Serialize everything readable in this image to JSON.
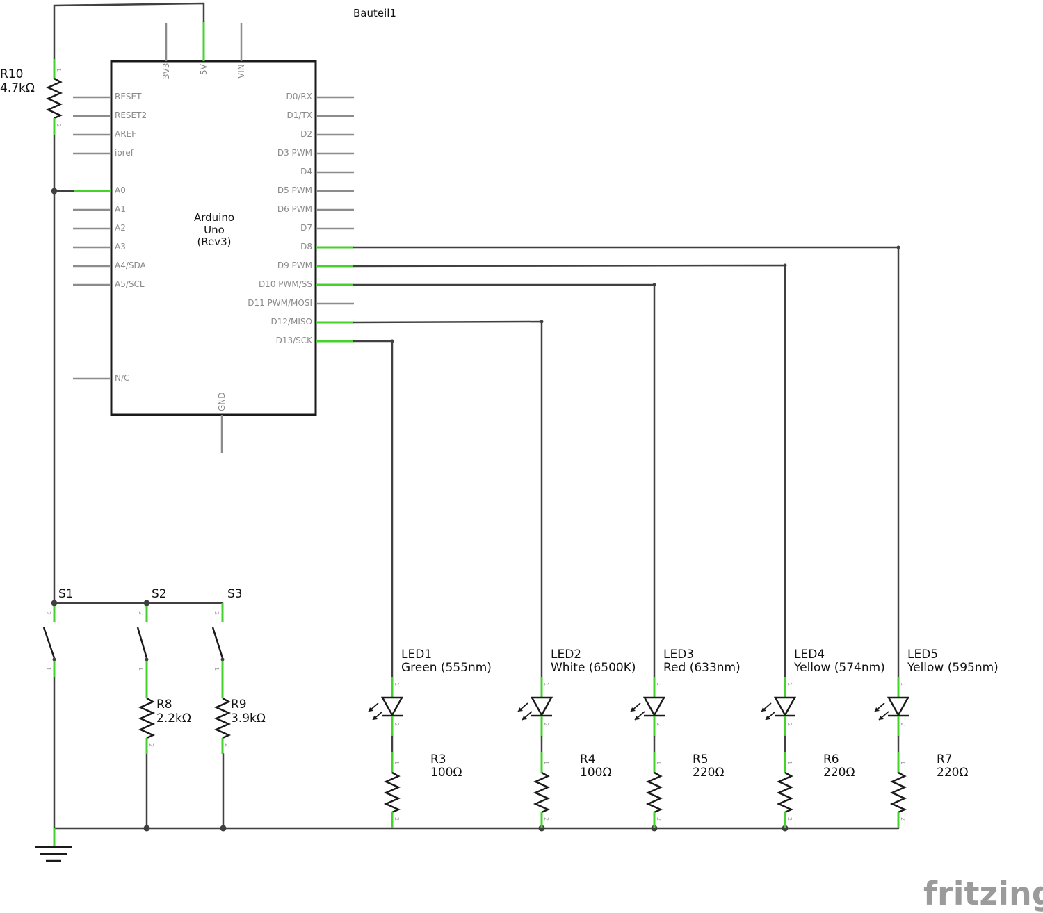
{
  "title": "Bauteil1",
  "arduino": {
    "name_line1": "Arduino",
    "name_line2": "Uno",
    "name_line3": "(Rev3)",
    "top_pins": [
      "3V3",
      "5V",
      "VIN"
    ],
    "bottom_pin": "GND",
    "left_pins": [
      "RESET",
      "RESET2",
      "AREF",
      "ioref",
      "A0",
      "A1",
      "A2",
      "A3",
      "A4/SDA",
      "A5/SCL",
      "N/C"
    ],
    "right_pins": [
      "D0/RX",
      "D1/TX",
      "D2",
      "D3 PWM",
      "D4",
      "D5 PWM",
      "D6 PWM",
      "D7",
      "D8",
      "D9 PWM",
      "D10 PWM/SS",
      "D11 PWM/MOSI",
      "D12/MISO",
      "D13/SCK"
    ]
  },
  "r10": {
    "name": "R10",
    "value": "4.7kΩ"
  },
  "switches": [
    {
      "name": "S1"
    },
    {
      "name": "S2"
    },
    {
      "name": "S3"
    }
  ],
  "switch_resistors": [
    {
      "name": "R8",
      "value": "2.2kΩ"
    },
    {
      "name": "R9",
      "value": "3.9kΩ"
    }
  ],
  "leds": [
    {
      "name": "LED1",
      "color": "Green (555nm)"
    },
    {
      "name": "LED2",
      "color": "White (6500K)"
    },
    {
      "name": "LED3",
      "color": "Red (633nm)"
    },
    {
      "name": "LED4",
      "color": "Yellow (574nm)"
    },
    {
      "name": "LED5",
      "color": "Yellow (595nm)"
    }
  ],
  "led_resistors": [
    {
      "name": "R3",
      "value": "100Ω"
    },
    {
      "name": "R4",
      "value": "100Ω"
    },
    {
      "name": "R5",
      "value": "220Ω"
    },
    {
      "name": "R6",
      "value": "220Ω"
    },
    {
      "name": "R7",
      "value": "220Ω"
    }
  ],
  "pin_numbers": {
    "one": "1",
    "two": "2"
  },
  "brand": "fritzing",
  "colors": {
    "wire": "#404040",
    "connected_pin": "#47d12f",
    "pin": "#8c8c8c",
    "part": "#1a1a1a"
  }
}
